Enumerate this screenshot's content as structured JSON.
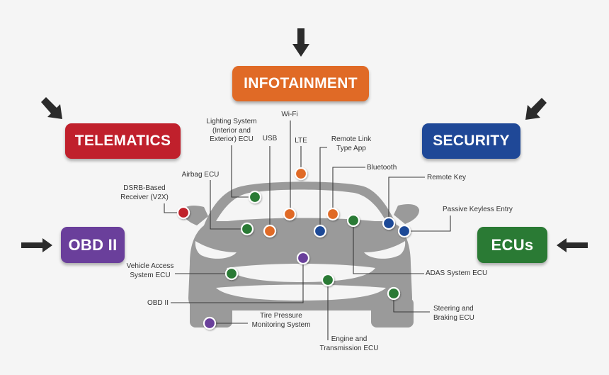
{
  "colors": {
    "infotainment": "#e06a26",
    "telematics": "#c0202c",
    "security": "#1f4897",
    "obd": "#6a3f9b",
    "ecus": "#2a7a34",
    "car": "#9a9a9a",
    "line": "#3a3a3a"
  },
  "categories": {
    "infotainment": "INFOTAINMENT",
    "telematics": "TELEMATICS",
    "security": "SECURITY",
    "obd": "OBD II",
    "ecus": "ECUs"
  },
  "components": {
    "dsrb": [
      "DSRB-Based",
      "Receiver (V2X)"
    ],
    "airbag": [
      "Airbag ECU"
    ],
    "lighting": [
      "Lighting System",
      "(Interior and",
      "Exterior) ECU"
    ],
    "usb": [
      "USB"
    ],
    "wifi": [
      "Wi-Fi"
    ],
    "lte": [
      "LTE"
    ],
    "remote_link": [
      "Remote Link",
      "Type App"
    ],
    "bluetooth": [
      "Bluetooth"
    ],
    "remote_key": [
      "Remote Key"
    ],
    "passive_keyless": [
      "Passive Keyless Entry"
    ],
    "vehicle_access": [
      "Vehicle Access",
      "System ECU"
    ],
    "adas": [
      "ADAS System ECU"
    ],
    "obd_port": [
      "OBD II"
    ],
    "tire_pressure": [
      "Tire Pressure",
      "Monitoring System"
    ],
    "engine": [
      "Engine and",
      "Transmission ECU"
    ],
    "steering": [
      "Steering and",
      "Braking ECU"
    ]
  }
}
